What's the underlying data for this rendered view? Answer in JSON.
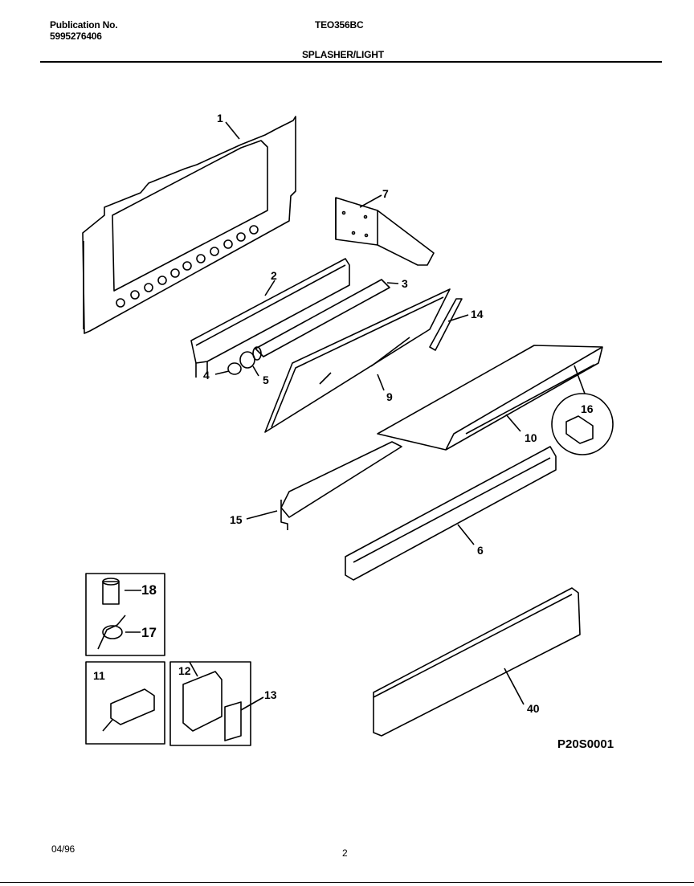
{
  "header": {
    "publication_label": "Publication No.",
    "publication_number": "5995276406",
    "model": "TEO356BC",
    "section": "SPLASHER/LIGHT"
  },
  "footer": {
    "date": "04/96",
    "page": "2"
  },
  "diagram_code": "P20S0001",
  "callouts": {
    "c1": "1",
    "c2": "2",
    "c3": "3",
    "c4": "4",
    "c5": "5",
    "c6": "6",
    "c7": "7",
    "c9": "9",
    "c10": "10",
    "c11": "11",
    "c12": "12",
    "c13": "13",
    "c14": "14",
    "c15": "15",
    "c16": "16",
    "c17": "17",
    "c18": "18",
    "c40": "40"
  }
}
